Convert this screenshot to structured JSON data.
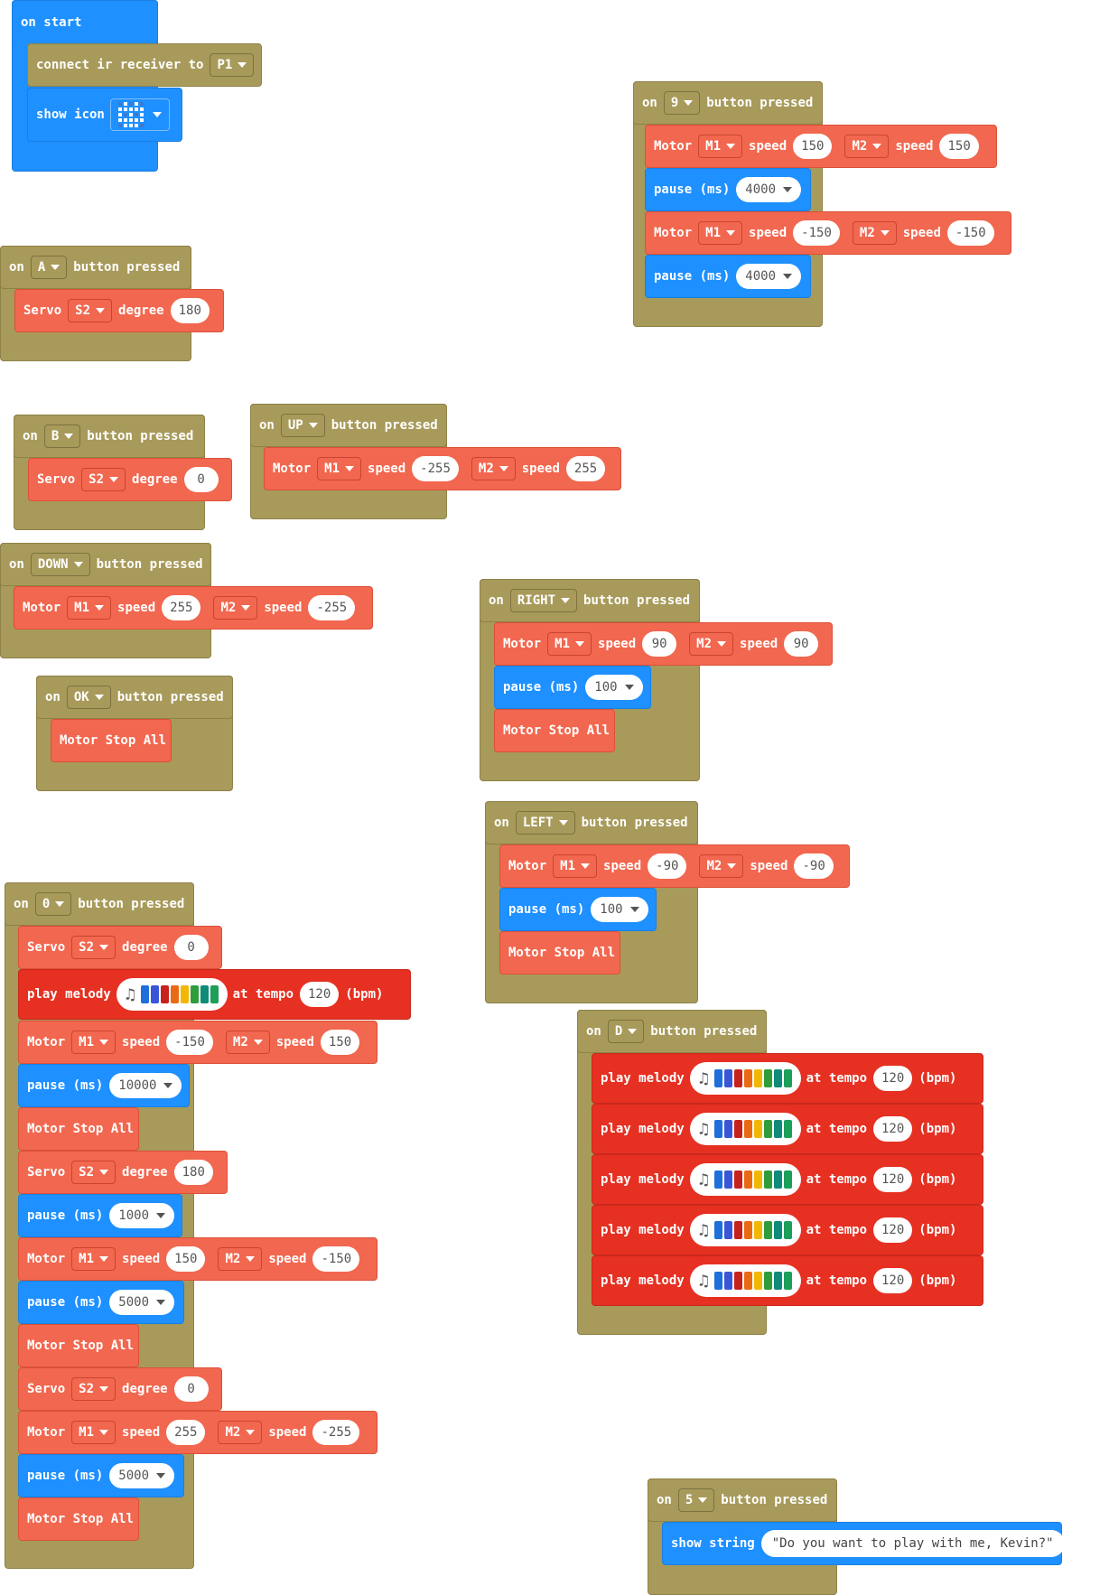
{
  "colors": {
    "event": "#a89a5a",
    "motor": "#f2674f",
    "basic": "#1e90ff",
    "music": "#e63022"
  },
  "icons": {
    "dropdown": "triangle-down-icon",
    "melody": "music-note-icon",
    "led": "led-icon-grid"
  },
  "on_start": {
    "header": "on start",
    "connect_label": "connect ir receiver to",
    "pin": "P1",
    "show_icon_label": "show icon"
  },
  "lbl": {
    "on": "on",
    "button_pressed": "button pressed",
    "motor": "Motor",
    "speed": "speed",
    "servo": "Servo",
    "degree": "degree",
    "pause": "pause (ms)",
    "stop_all": "Motor Stop All",
    "play_melody": "play melody",
    "at_tempo": "at tempo",
    "bpm": "(bpm)",
    "show_string": "show string"
  },
  "ev9": {
    "key": "9",
    "m1": "M1",
    "v1": "150",
    "m2": "M2",
    "v2": "150",
    "p1": "4000",
    "m1b": "M1",
    "v3": "-150",
    "m2b": "M2",
    "v4": "-150",
    "p2": "4000"
  },
  "evA": {
    "key": "A",
    "servo": "S2",
    "deg": "180"
  },
  "evB": {
    "key": "B",
    "servo": "S2",
    "deg": "0"
  },
  "evUP": {
    "key": "UP",
    "m1": "M1",
    "v1": "-255",
    "m2": "M2",
    "v2": "255"
  },
  "evDOWN": {
    "key": "DOWN",
    "m1": "M1",
    "v1": "255",
    "m2": "M2",
    "v2": "-255"
  },
  "evOK": {
    "key": "OK"
  },
  "evRIGHT": {
    "key": "RIGHT",
    "m1": "M1",
    "v1": "90",
    "m2": "M2",
    "v2": "90",
    "pause": "100"
  },
  "evLEFT": {
    "key": "LEFT",
    "m1": "M1",
    "v1": "-90",
    "m2": "M2",
    "v2": "-90",
    "pause": "100"
  },
  "ev0": {
    "key": "0",
    "s1": "S2",
    "d1": "0",
    "tempo1": "120",
    "m1a": "M1",
    "va1": "-150",
    "m2a": "M2",
    "va2": "150",
    "p1": "10000",
    "s2": "S2",
    "d2": "180",
    "p2": "1000",
    "m1b": "M1",
    "vb1": "150",
    "m2b": "M2",
    "vb2": "-150",
    "p3": "5000",
    "s3": "S2",
    "d3": "0",
    "m1c": "M1",
    "vc1": "255",
    "m2c": "M2",
    "vc2": "-255",
    "p4": "5000"
  },
  "evD": {
    "key": "D",
    "tempos": [
      "120",
      "120",
      "120",
      "120",
      "120"
    ]
  },
  "ev5": {
    "key": "5",
    "text": "\"Do you want to play with me, Kevin?\""
  }
}
